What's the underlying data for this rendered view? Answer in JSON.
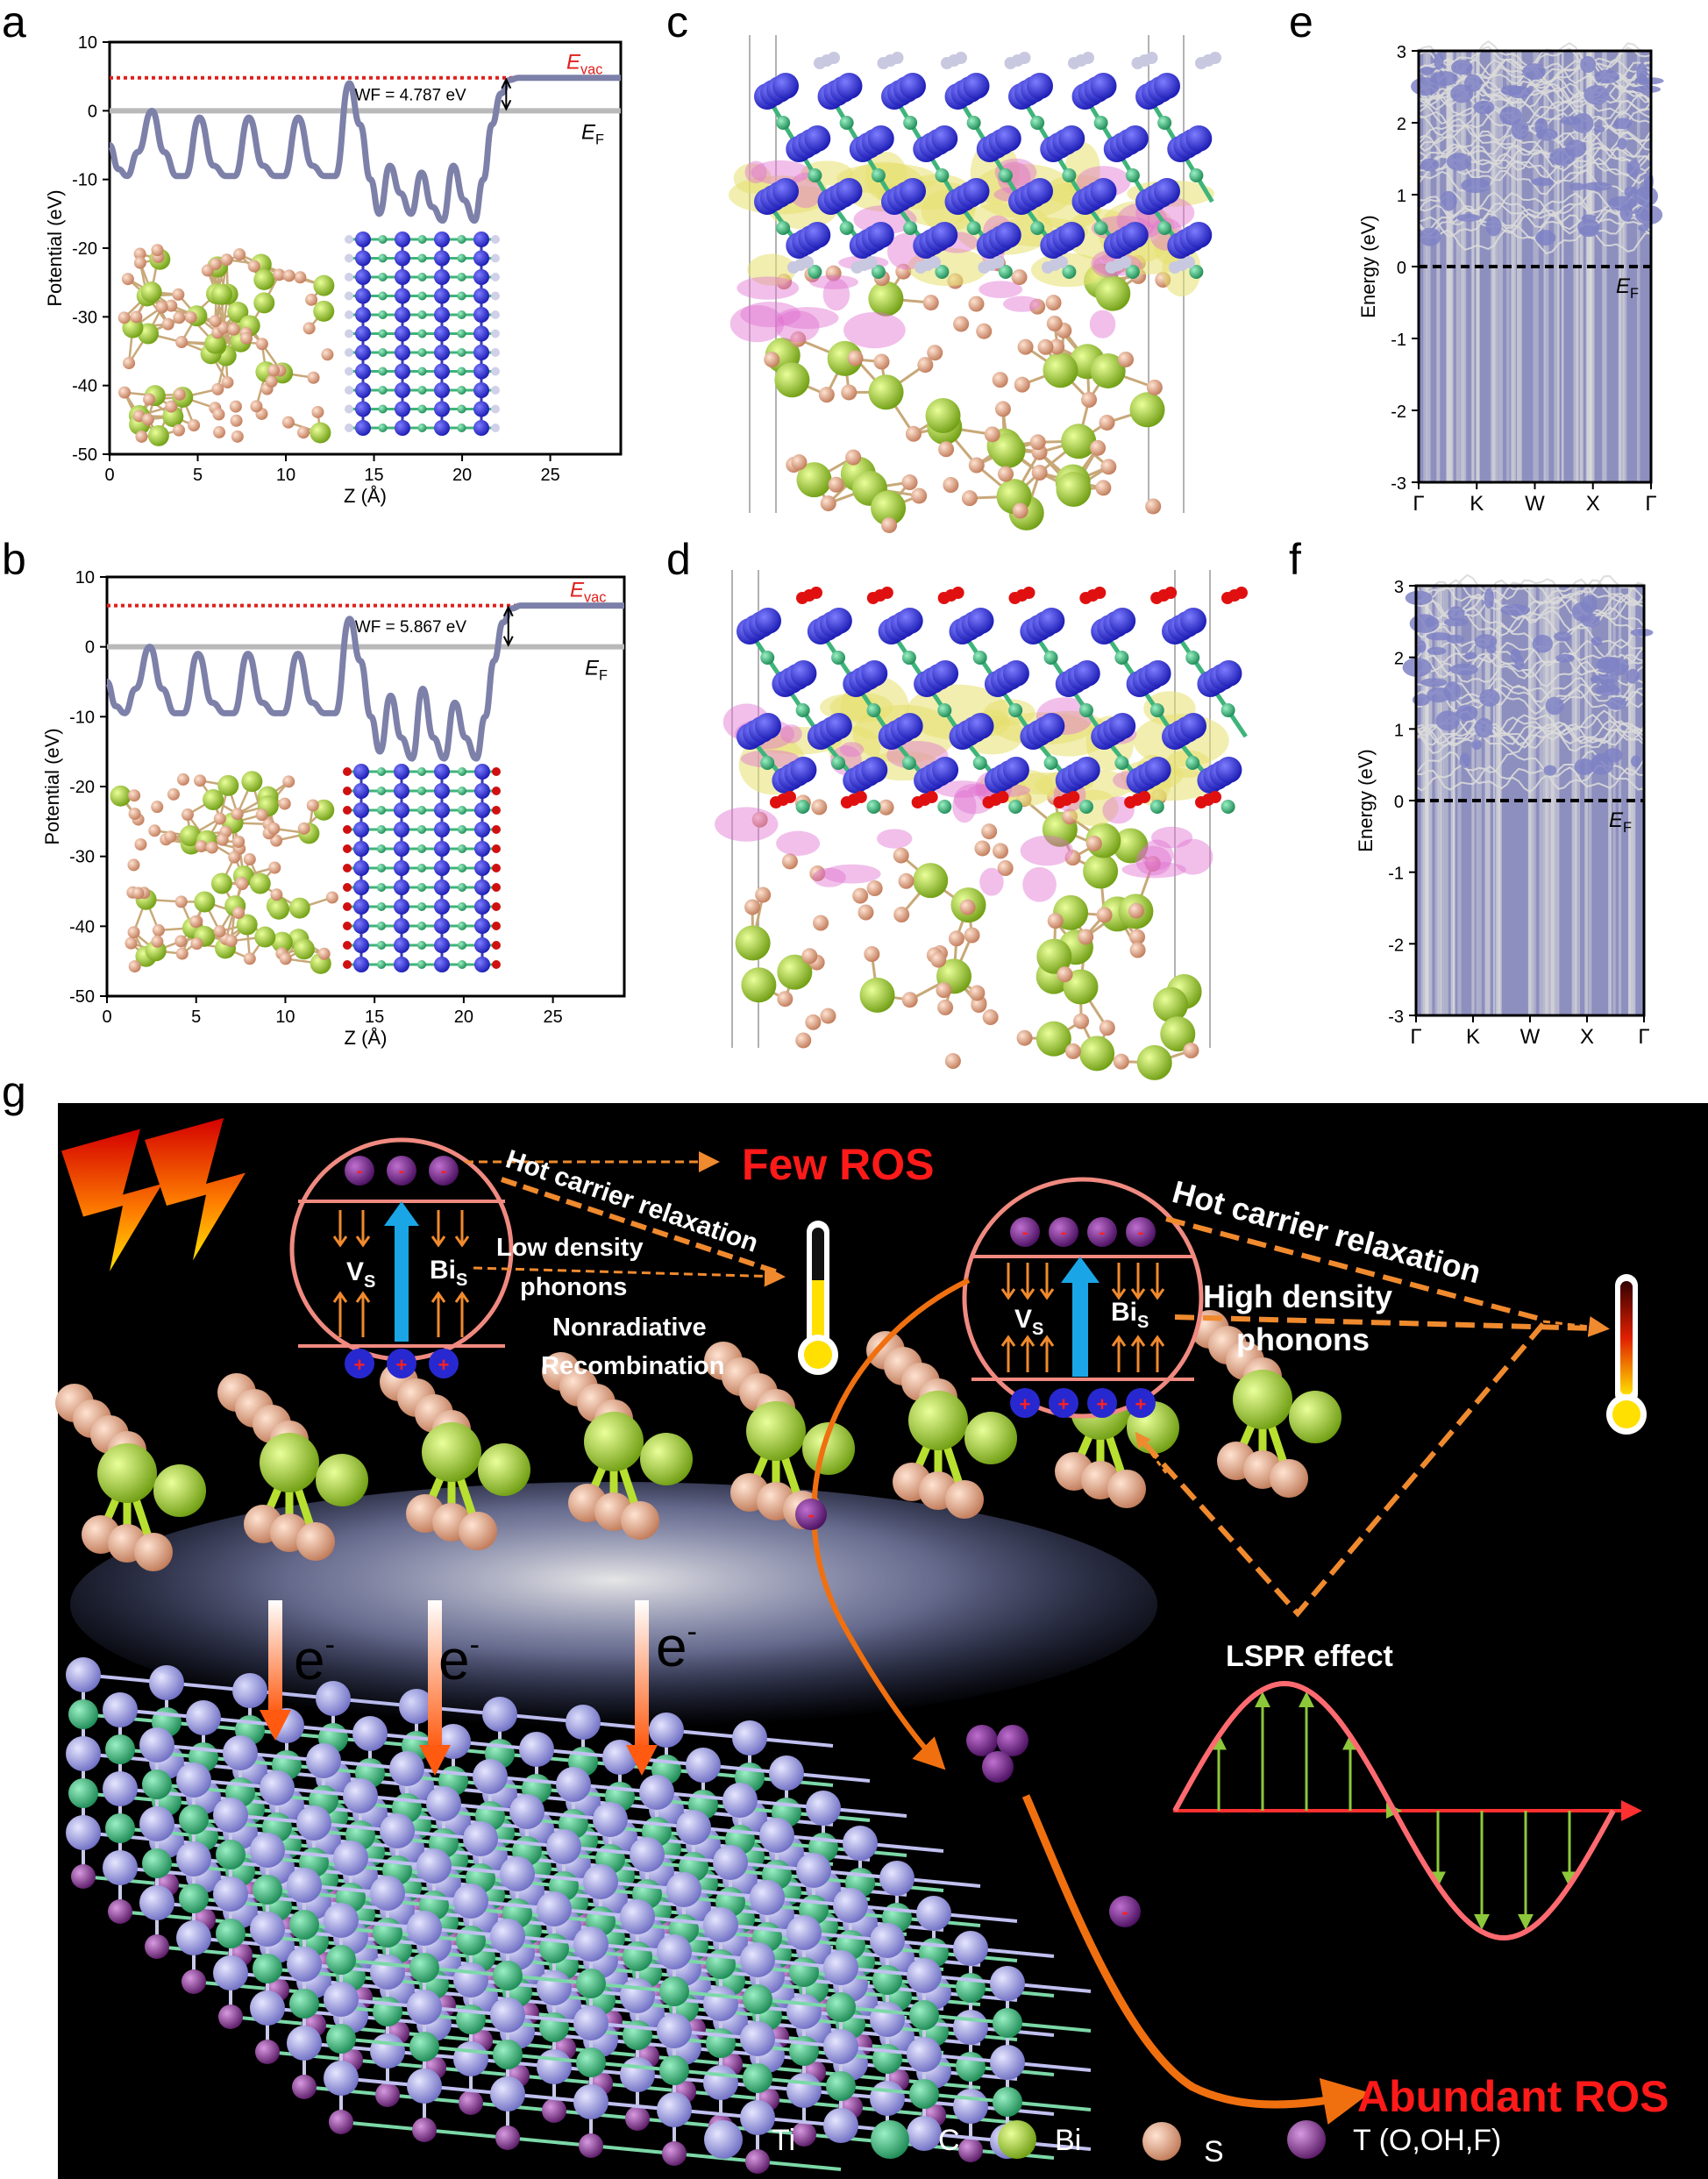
{
  "panel_labels": {
    "a": "a",
    "b": "b",
    "c": "c",
    "d": "d",
    "e": "e",
    "f": "f",
    "g": "g"
  },
  "colors": {
    "potential_line": "#7d80a8",
    "evac_line": "#e0201b",
    "ef_line": "#b9b9b9",
    "band_fill": "#8d8fbf",
    "band_line": "#d9d9d9",
    "ti": "#a9a9e6",
    "c": "#3fb47a",
    "bi": "#a8d62a",
    "s": "#e8ab8a",
    "t": "#8a3d96",
    "dark_bg": "#000000",
    "ros_text": "#ff1a1a",
    "arrow_orange": "#f08a2e",
    "cyan_arrow": "#1aa6e6"
  },
  "chart_data": [
    {
      "id": "a",
      "type": "line",
      "xlabel": "Z (Å)",
      "ylabel": "Potential (eV)",
      "xlim": [
        0,
        29
      ],
      "ylim": [
        -50,
        10
      ],
      "xticks": [
        0,
        5,
        10,
        15,
        20,
        25
      ],
      "yticks": [
        10,
        0,
        -10,
        -20,
        -30,
        -40,
        -50
      ],
      "annotation": "WF = 4.787 eV",
      "evac_label": "E",
      "evac_sub": "vac",
      "ef_label": "E",
      "ef_sub": "F",
      "evac": 4.8,
      "ef": 0,
      "x": [
        0,
        0.5,
        1,
        1.6,
        2.4,
        3.1,
        3.8,
        4.3,
        5.1,
        5.9,
        6.6,
        7.1,
        7.9,
        8.7,
        9.4,
        9.9,
        10.7,
        11.5,
        12.2,
        12.8,
        13.6,
        14.2,
        14.8,
        15.3,
        15.9,
        16.5,
        17.1,
        17.7,
        18.3,
        18.9,
        19.5,
        20.1,
        20.7,
        21.2,
        21.7,
        22.2,
        22.7,
        23.2,
        29
      ],
      "y": [
        -5,
        -8.5,
        -9.5,
        -6,
        0,
        -6,
        -9.5,
        -9.5,
        -1,
        -8,
        -9.5,
        -9.5,
        -1,
        -8,
        -9.5,
        -9.5,
        -1,
        -8,
        -9.5,
        -9.5,
        4,
        -2,
        -10,
        -15,
        -8,
        -12,
        -15,
        -9,
        -14,
        -16,
        -8,
        -13,
        -16,
        -10,
        -2,
        2.5,
        4.5,
        4.8,
        4.8
      ]
    },
    {
      "id": "b",
      "type": "line",
      "xlabel": "Z (Å)",
      "ylabel": "Potential (eV)",
      "xlim": [
        0,
        29
      ],
      "ylim": [
        -50,
        10
      ],
      "xticks": [
        0,
        5,
        10,
        15,
        20,
        25
      ],
      "yticks": [
        10,
        0,
        -10,
        -20,
        -30,
        -40,
        -50
      ],
      "annotation": "WF = 5.867 eV",
      "evac_label": "E",
      "evac_sub": "vac",
      "ef_label": "E",
      "ef_sub": "F",
      "evac": 5.9,
      "ef": 0,
      "x": [
        0,
        0.5,
        1,
        1.6,
        2.4,
        3.1,
        3.8,
        4.3,
        5.1,
        5.9,
        6.6,
        7.1,
        7.9,
        8.7,
        9.4,
        9.9,
        10.7,
        11.5,
        12.2,
        12.8,
        13.6,
        14.2,
        14.8,
        15.3,
        15.9,
        16.5,
        17.1,
        17.7,
        18.3,
        18.9,
        19.5,
        20.1,
        20.7,
        21.2,
        21.7,
        22.2,
        22.7,
        23.2,
        29
      ],
      "y": [
        -5,
        -8.5,
        -9.5,
        -6,
        0,
        -6,
        -9.5,
        -9.5,
        -1,
        -8,
        -9.5,
        -9.5,
        -1,
        -8,
        -9.5,
        -9.5,
        -1,
        -8,
        -9.5,
        -9.5,
        4,
        -2,
        -10,
        -15,
        -7,
        -13,
        -16,
        -6,
        -13,
        -16,
        -8,
        -13,
        -16,
        -10,
        -2,
        3.5,
        5.5,
        5.9,
        5.9
      ]
    },
    {
      "id": "e",
      "type": "band",
      "ylabel": "Energy (eV)",
      "ylim": [
        -3,
        3
      ],
      "yticks": [
        3,
        2,
        1,
        0,
        -1,
        -2,
        -3
      ],
      "kpoints": [
        "Γ",
        "K",
        "W",
        "X",
        "Γ"
      ],
      "ef_label": "E",
      "ef_sub": "F",
      "ef": 0
    },
    {
      "id": "f",
      "type": "band",
      "ylabel": "Energy (eV)",
      "ylim": [
        -3,
        3
      ],
      "yticks": [
        3,
        2,
        1,
        0,
        -1,
        -2,
        -3
      ],
      "kpoints": [
        "Γ",
        "K",
        "W",
        "X",
        "Γ"
      ],
      "ef_label": "E",
      "ef_sub": "F",
      "ef": 0
    }
  ],
  "schematic": {
    "few_ros": "Few ROS",
    "abundant_ros": "Abundant ROS",
    "hot_left": "Hot carrier relaxation",
    "hot_right": "Hot carrier relaxation",
    "low_density_1": "Low density",
    "low_density_2": "phonons",
    "nonrad_1": "Nonradiative",
    "nonrad_2": "Recombination",
    "high_density_1": "High density",
    "high_density_2": "phonons",
    "vs": "V",
    "vs_sub": "S",
    "bis": "Bi",
    "bis_sub": "S",
    "lspr": "LSPR effect",
    "electron": "e",
    "electron_sup": "-",
    "minus": "-",
    "plus": "+",
    "legend": [
      {
        "label": "Ti",
        "color": "#a9a9e6"
      },
      {
        "label": "C",
        "color": "#3fb47a"
      },
      {
        "label": "Bi",
        "color": "#a8d62a"
      },
      {
        "label": "S",
        "color": "#e8ab8a"
      },
      {
        "label": "T (O,OH,F)",
        "color": "#8a3d96"
      }
    ]
  }
}
